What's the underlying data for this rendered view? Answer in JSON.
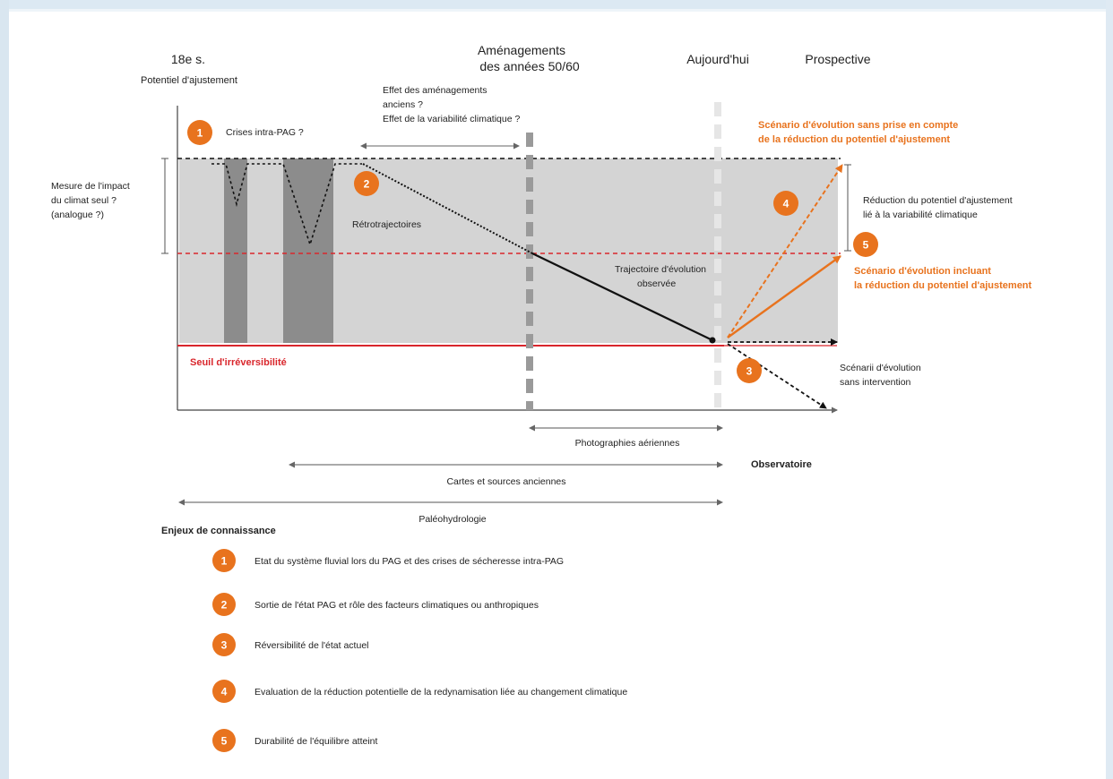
{
  "header": {
    "col_18": "18e s.",
    "col_amenag_l1": "Aménagements",
    "col_amenag_l2": "des années 50/60",
    "col_today": "Aujourd'hui",
    "col_prospective": "Prospective"
  },
  "yaxis_label": "Potentiel d'ajustement",
  "labels": {
    "effet_l1": "Effet des aménagements",
    "effet_l2": "anciens ?",
    "effet_l3": "Effet de la variabilité climatique ?",
    "crises": "Crises intra-PAG ?",
    "mesure_l1": "Mesure de l'impact",
    "mesure_l2": "du climat seul ?",
    "mesure_l3": "(analogue ?)",
    "retro": "Rétrotrajectoires",
    "traj_l1": "Trajectoire d'évolution",
    "traj_l2": "observée",
    "seuil": "Seuil d'irréversibilité",
    "scen_sans_l1": "Scénario d'évolution sans prise en compte",
    "scen_sans_l2": "de la réduction du potentiel d'ajustement",
    "reduction_l1": "Réduction du potentiel d'ajustement",
    "reduction_l2": "lié à la variabilité climatique",
    "scen_incl_l1": "Scénario d'évolution incluant",
    "scen_incl_l2": "la réduction du potentiel d'ajustement",
    "scenarii_l1": "Scénarii d'évolution",
    "scenarii_l2": "sans intervention"
  },
  "timelines": {
    "photos": "Photographies aériennes",
    "observatoire": "Observatoire",
    "cartes": "Cartes et sources anciennes",
    "paleo": "Paléohydrologie"
  },
  "markers": [
    "1",
    "2",
    "3",
    "4",
    "5"
  ],
  "enjeux": {
    "title": "Enjeux de connaissance",
    "items": [
      {
        "num": "1",
        "text": "Etat du système fluvial lors du PAG et des crises de sécheresse intra-PAG"
      },
      {
        "num": "2",
        "text": "Sortie de l'état PAG et rôle des facteurs climatiques ou anthropiques"
      },
      {
        "num": "3",
        "text": "Réversibilité de l'état actuel"
      },
      {
        "num": "4",
        "text": "Evaluation de la réduction potentielle de la redynamisation liée au changement climatique"
      },
      {
        "num": "5",
        "text": "Durabilité de l'équilibre atteint"
      }
    ]
  },
  "colors": {
    "orange": "#e8731e",
    "red": "#d9262c",
    "grey_fill": "#d4d4d4",
    "dark_bar": "#8c8c8c"
  }
}
